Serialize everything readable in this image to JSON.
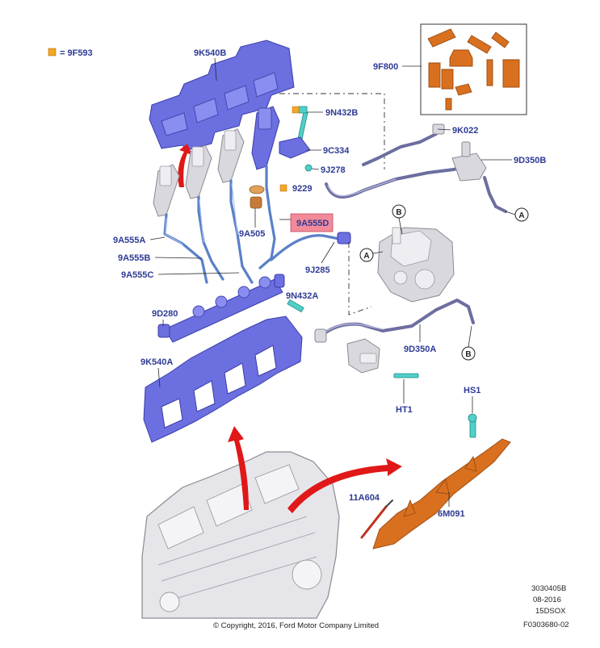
{
  "legend": {
    "swatch_color": "#f5a623",
    "text": "= 9F593"
  },
  "labels": {
    "k540b": "9K540B",
    "n432b": "9N432B",
    "c334": "9C334",
    "j278": "9J278",
    "p9229": "9229",
    "a505": "9A505",
    "a555d": "9A555D",
    "j285": "9J285",
    "a555a": "9A555A",
    "a555b": "9A555B",
    "a555c": "9A555C",
    "d280": "9D280",
    "n432a": "9N432A",
    "k540a": "9K540A",
    "f800": "9F800",
    "k022": "9K022",
    "d350b": "9D350B",
    "d350a": "9D350A",
    "ht1": "HT1",
    "hs1": "HS1",
    "a604": "11A604",
    "m091": "6M091"
  },
  "callouts": {
    "a": "A",
    "b": "B"
  },
  "highlight_color": "#f28a9a",
  "footer": {
    "copyright": "© Copyright, 2016, Ford Motor Company Limited",
    "ref1": "3030405B",
    "ref2": "08-2016",
    "ref3": "15DSOX",
    "ref4": "F0303680-02"
  }
}
